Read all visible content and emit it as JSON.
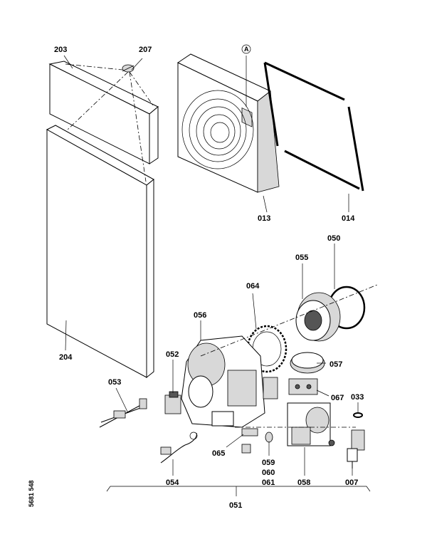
{
  "parts": {
    "p203": "203",
    "p207": "207",
    "pA": "A",
    "p013": "013",
    "p014": "014",
    "p204": "204",
    "p050": "050",
    "p055": "055",
    "p064": "064",
    "p056": "056",
    "p052": "052",
    "p057": "057",
    "p053": "053",
    "p067": "067",
    "p033": "033",
    "p065": "065",
    "p059": "059",
    "p060": "060",
    "p061": "061",
    "p054": "054",
    "p058": "058",
    "p007": "007",
    "p051": "051"
  },
  "document_number": "5681 548"
}
